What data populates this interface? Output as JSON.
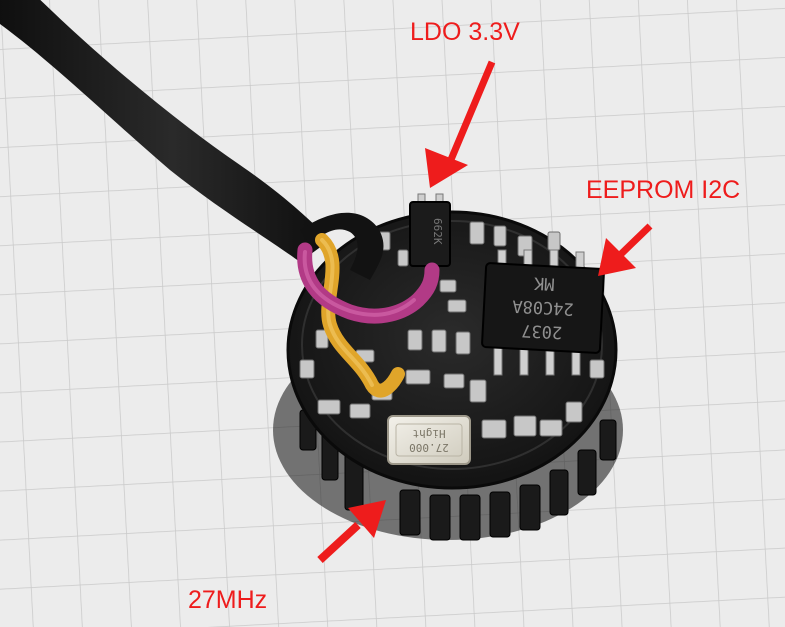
{
  "annotations": {
    "ldo": "LDO 3.3V",
    "eeprom": "EEPROM I2C",
    "crystal": "27MHz"
  },
  "chip_markings": {
    "eeprom_line1": "2037",
    "eeprom_line2": "24C08A",
    "eeprom_line3": "MK",
    "crystal_line1": "27.000",
    "crystal_line2": "Hight",
    "ldo_marking": "662K"
  },
  "colors": {
    "annotation_red": "#ee1c1c",
    "grid_paper": "#ececec",
    "grid_lines": "#c9c9c9",
    "cable": "#141414",
    "wire_magenta": "#b23a86",
    "wire_yellow": "#e0a52a"
  },
  "icons": [
    "arrow-icon"
  ]
}
